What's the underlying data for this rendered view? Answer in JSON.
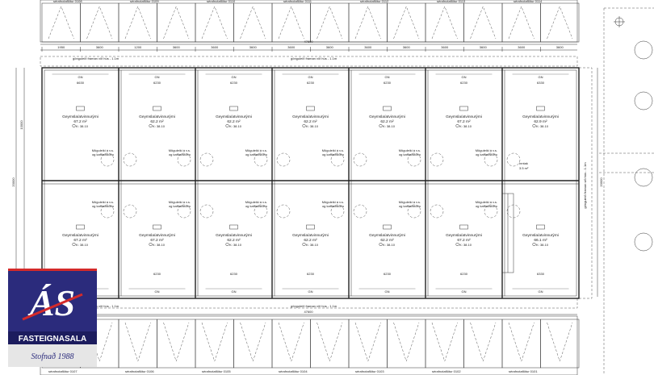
{
  "plan": {
    "parking_top_labels": [
      "sérafnotaflötur 0108",
      "sérafnotaflötur 0109",
      "sérafnotaflötur 0110",
      "sérafnotaflötur 0111",
      "sérafnotaflötur 0112",
      "sérafnotaflötur 0113",
      "sérafnotaflötur 0114"
    ],
    "parking_bottom_labels": [
      "sérafnotaflötur 0107",
      "sérafnotaflötur 0106",
      "sérafnotaflötur 0105",
      "sérafnotaflötur 0104",
      "sérafnotaflötur 0103",
      "sérafnotaflötur 0102",
      "sérafnotaflötur 0101"
    ],
    "dim_top_total": "47600",
    "dim_bottom_total": "47600",
    "dim_left_total": "20000",
    "dim_right_total": "20000",
    "dim_left_half": "10000",
    "dim_top_segments": [
      "1950",
      "3600",
      "1200",
      "3600",
      "3600",
      "3600",
      "3600",
      "3600",
      "3600",
      "3600",
      "3600",
      "3600",
      "3600",
      "3600"
    ],
    "walkway_label": "gönguleið framan við hús - 1.1m",
    "walkway_side_label": "gönguleið framan við hús - 1.1m",
    "unit_top_dims": [
      "6630",
      "6230",
      "6230",
      "6230",
      "6230",
      "6230",
      "6330"
    ],
    "unit_bottom_dims": [
      "6630",
      "6230",
      "6230",
      "6230",
      "6230",
      "6230",
      "6330"
    ],
    "top_units": [
      {
        "type": "Geymsla/atvinnurými",
        "area": "67.2 m²",
        "level": "K: 38.10"
      },
      {
        "type": "Geymsla/atvinnurými",
        "area": "62.2 m²",
        "level": "K: 38.10"
      },
      {
        "type": "Geymsla/atvinnurými",
        "area": "62.2 m²",
        "level": "K: 38.10"
      },
      {
        "type": "Geymsla/atvinnurými",
        "area": "62.2 m²",
        "level": "K: 38.10"
      },
      {
        "type": "Geymsla/atvinnurými",
        "area": "62.2 m²",
        "level": "K: 38.10"
      },
      {
        "type": "Geymsla/atvinnurými",
        "area": "67.2 m²",
        "level": "K: 38.10"
      },
      {
        "type": "Geymsla/atvinnurými",
        "area": "62.9 m²",
        "level": "K: 38.10"
      }
    ],
    "bottom_units": [
      {
        "type": "Geymsla/atvinnurými",
        "area": "67.2 m²",
        "level": "K: 38.10"
      },
      {
        "type": "Geymsla/atvinnurými",
        "area": "67.2 m²",
        "level": "K: 38.10"
      },
      {
        "type": "Geymsla/atvinnurými",
        "area": "62.2 m²",
        "level": "K: 38.10"
      },
      {
        "type": "Geymsla/atvinnurými",
        "area": "62.2 m²",
        "level": "K: 38.10"
      },
      {
        "type": "Geymsla/atvinnurými",
        "area": "62.2 m²",
        "level": "K: 38.10"
      },
      {
        "type": "Geymsla/atvinnurými",
        "area": "67.2 m²",
        "level": "K: 38.10"
      },
      {
        "type": "Geymsla/atvinnurými",
        "area": "66.1 m²",
        "level": "K: 38.10"
      }
    ],
    "wc_label_line1": "Möguleiki á v.s.",
    "wc_label_line2": "og kaffiaðstöðu",
    "gn_label": "GN",
    "stair_room_label": "Inntak",
    "stair_room_area": "3.5 m²",
    "colors": {
      "ink": "#222222",
      "light_ink": "#666666",
      "brand_blue": "#2b2b7c",
      "brand_red": "#d42a2a"
    }
  },
  "logo": {
    "letters": "ÁS",
    "name": "FASTEIGNASALA",
    "founded": "Stofnað 1988"
  }
}
